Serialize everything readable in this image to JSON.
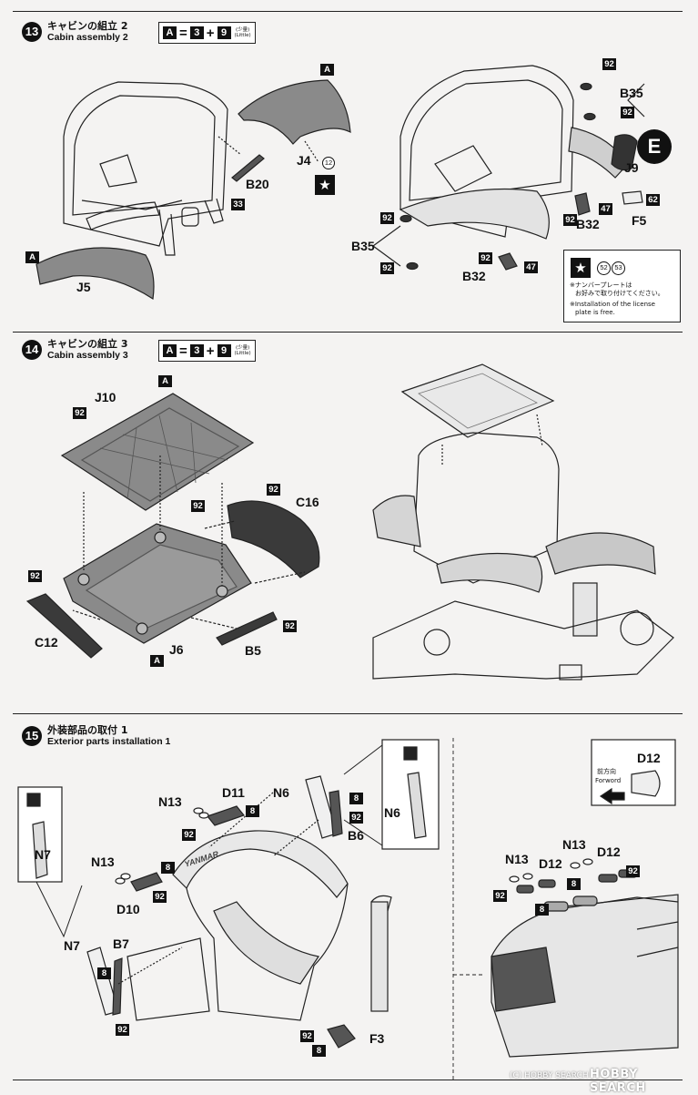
{
  "steps": [
    {
      "number": "13",
      "title_jp": "キャビンの組立 2",
      "title_en": "Cabin assembly 2"
    },
    {
      "number": "14",
      "title_jp": "キャビンの組立 3",
      "title_en": "Cabin assembly 3"
    },
    {
      "number": "15",
      "title_jp": "外装部品の取付 1",
      "title_en": "Exterior parts installation 1"
    }
  ],
  "paint_formula": {
    "result": "A",
    "equals": "=",
    "a": "3",
    "plus": "+",
    "b": "9",
    "little_jp": "(少量)",
    "little_en": "(Little)"
  },
  "step13": {
    "parts": [
      "J5",
      "J4",
      "B20",
      "J9",
      "B35",
      "B32",
      "F5"
    ],
    "paints": [
      "A",
      "33",
      "92",
      "47",
      "62"
    ],
    "decal_num": "12",
    "e_mark": "E",
    "note_decals": [
      "52",
      "53"
    ],
    "note_jp_1": "※ナンバープレートは",
    "note_jp_2": "お好みで取り付けてください。",
    "note_en_1": "※Installation of the license",
    "note_en_2": "plate is free."
  },
  "step14": {
    "parts": [
      "J10",
      "C16",
      "C12",
      "J6",
      "B5"
    ]
  },
  "step15": {
    "parts": [
      "N13",
      "D11",
      "N6",
      "B6",
      "D10",
      "N7",
      "B7",
      "F3",
      "D12"
    ],
    "paints": [
      "8",
      "92"
    ],
    "brand_text": "YANMAR",
    "direction_jp": "前方向",
    "direction_en": "Forword"
  },
  "watermark": {
    "brand": "HOBBY SEARCH",
    "credit": "(C) HOBBY SEARCH"
  },
  "colors": {
    "ink": "#111111",
    "paper": "#f4f3f2",
    "gray_part": "#8a8a8a",
    "dark_part": "#3a3a3a"
  }
}
